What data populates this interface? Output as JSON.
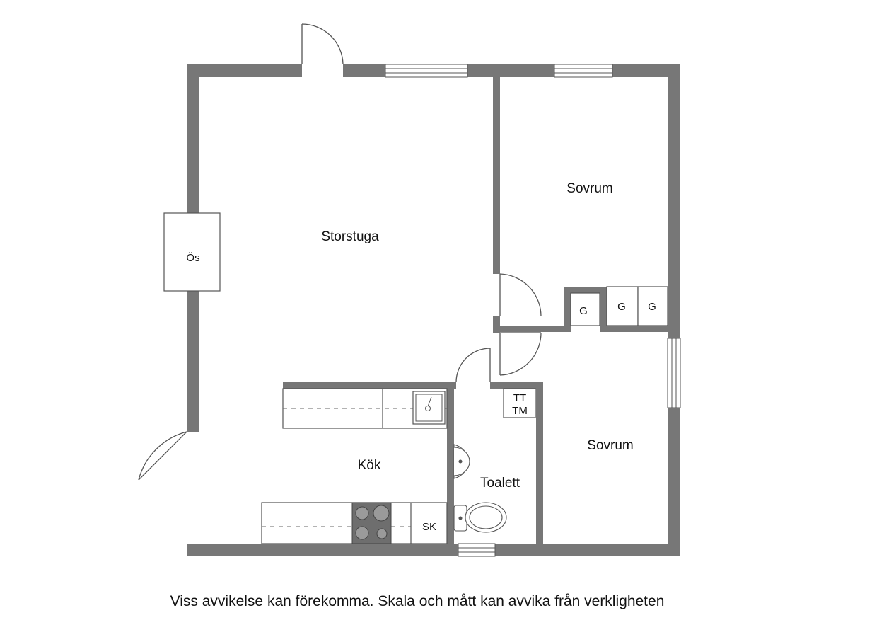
{
  "rooms": {
    "storstuga": "Storstuga",
    "sovrum_top": "Sovrum",
    "sovrum_bottom": "Sovrum",
    "kok": "Kök",
    "toalett": "Toalett"
  },
  "fixtures": {
    "os": "Ös",
    "g1": "G",
    "g2": "G",
    "g3": "G",
    "tt": "TT",
    "tm": "TM",
    "sk": "SK"
  },
  "caption": "Viss avvikelse kan förekomma. Skala och mått kan avvika från verkligheten",
  "colors": {
    "wall": "#777777",
    "line": "#555555"
  }
}
